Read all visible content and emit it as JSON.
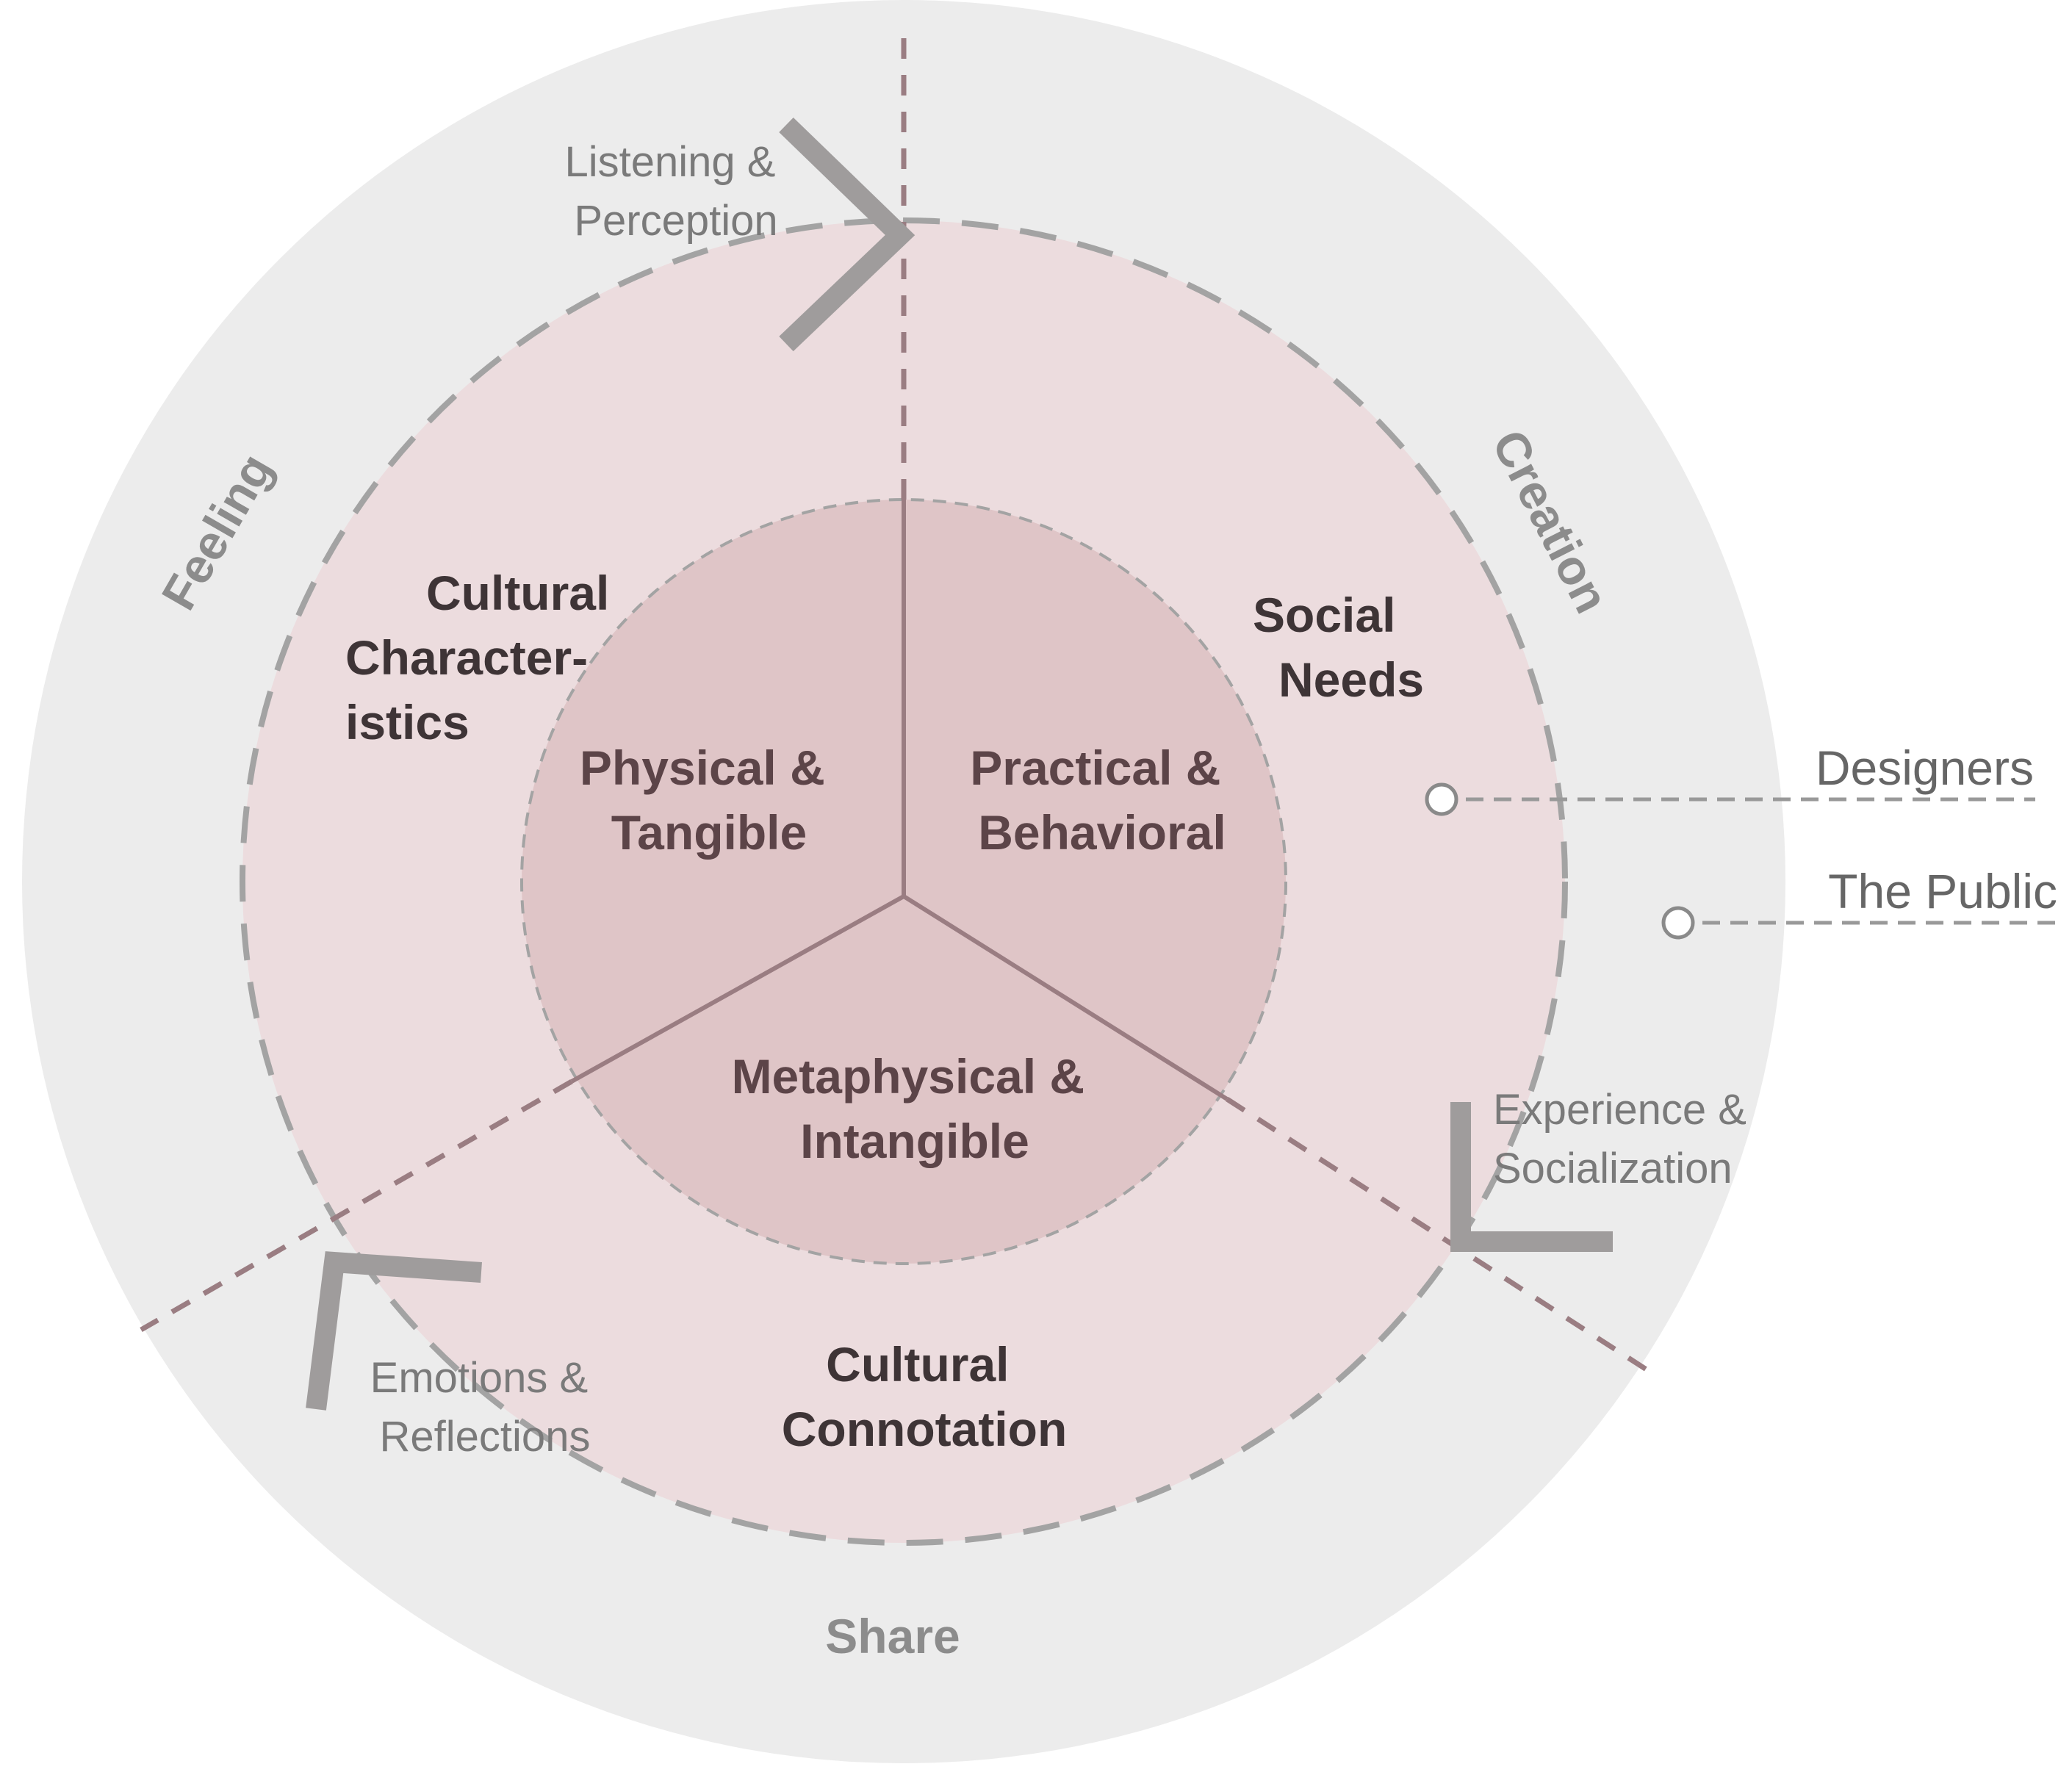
{
  "colors": {
    "outer_fill": "#ececec",
    "middle_fill": "#ecdcde",
    "inner_fill": "#dfc5c7",
    "divider": "#9a7d82",
    "dashed_ring": "#a3a3a3",
    "arrow": "#9f9c9c",
    "legend_line": "#999999"
  },
  "inner_segments": {
    "physical": [
      "Physical &",
      "Tangible"
    ],
    "practical": [
      "Practical &",
      "Behavioral"
    ],
    "metaphysical": [
      "Metaphysical &",
      "Intangible"
    ]
  },
  "middle_segments": {
    "cultural_characteristics": [
      "Cultural",
      "Character-",
      "istics"
    ],
    "social_needs": [
      "Social",
      "Needs"
    ],
    "cultural_connotation": [
      "Cultural",
      "Connotation"
    ]
  },
  "outer_labels": {
    "feeling": "Feeling",
    "creation": "Creation",
    "share": "Share"
  },
  "transitions": {
    "listening": [
      "Listening &",
      "Perception"
    ],
    "experience": [
      "Experience &",
      "Socialization"
    ],
    "emotions": [
      "Emotions &",
      "Reflections"
    ]
  },
  "legend": {
    "designers": "Designers",
    "public": "The Public"
  },
  "icons": {
    "transition_arrow": "chevron-arrow-icon",
    "legend_marker": "circle-marker-icon"
  }
}
